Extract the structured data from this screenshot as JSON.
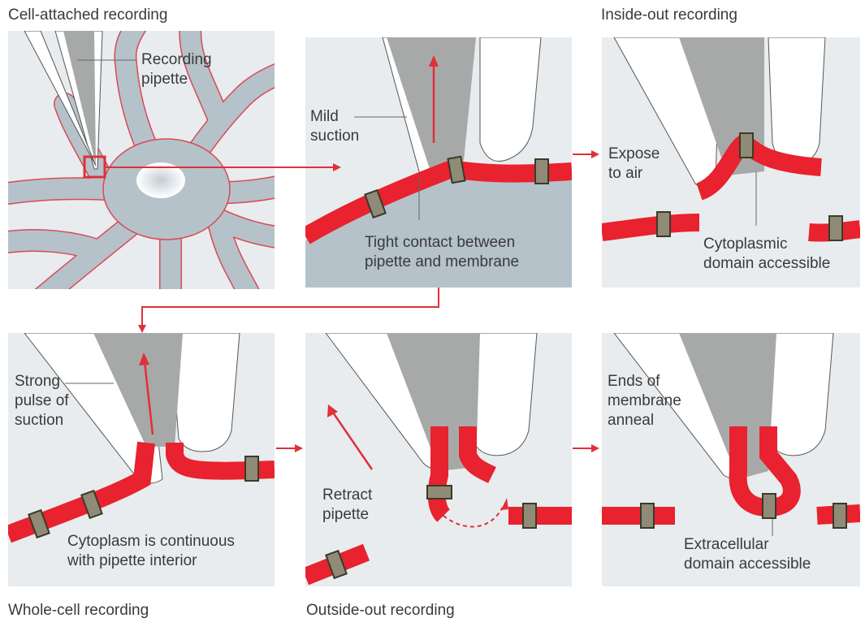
{
  "titles": {
    "cell_attached": "Cell-attached recording",
    "inside_out": "Inside-out recording",
    "whole_cell": "Whole-cell recording",
    "outside_out": "Outside-out recording"
  },
  "labels": {
    "recording_pipette": [
      "Recording",
      "pipette"
    ],
    "mild_suction": [
      "Mild",
      "suction"
    ],
    "tight_contact": [
      "Tight contact between",
      "pipette and membrane"
    ],
    "expose_to_air": [
      "Expose",
      "to air"
    ],
    "cytoplasmic_domain": [
      "Cytoplasmic",
      "domain accessible"
    ],
    "strong_pulse": [
      "Strong",
      "pulse of",
      "suction"
    ],
    "cytoplasm_continuous": [
      "Cytoplasm is continuous",
      "with pipette interior"
    ],
    "retract_pipette": [
      "Retract",
      "pipette"
    ],
    "ends_anneal": [
      "Ends of",
      "membrane",
      "anneal"
    ],
    "extracellular_domain": [
      "Extracellular",
      "domain accessible"
    ]
  },
  "colors": {
    "panel_bg": "#e9ecee",
    "cell": "#b5c2ca",
    "membrane": "#e8222e",
    "arrow": "#e0303a",
    "pipette_glass": "#ffffff",
    "pipette_fill": "#a7a9a9",
    "channel": "#8f8b76",
    "text": "#3a3a3a"
  }
}
